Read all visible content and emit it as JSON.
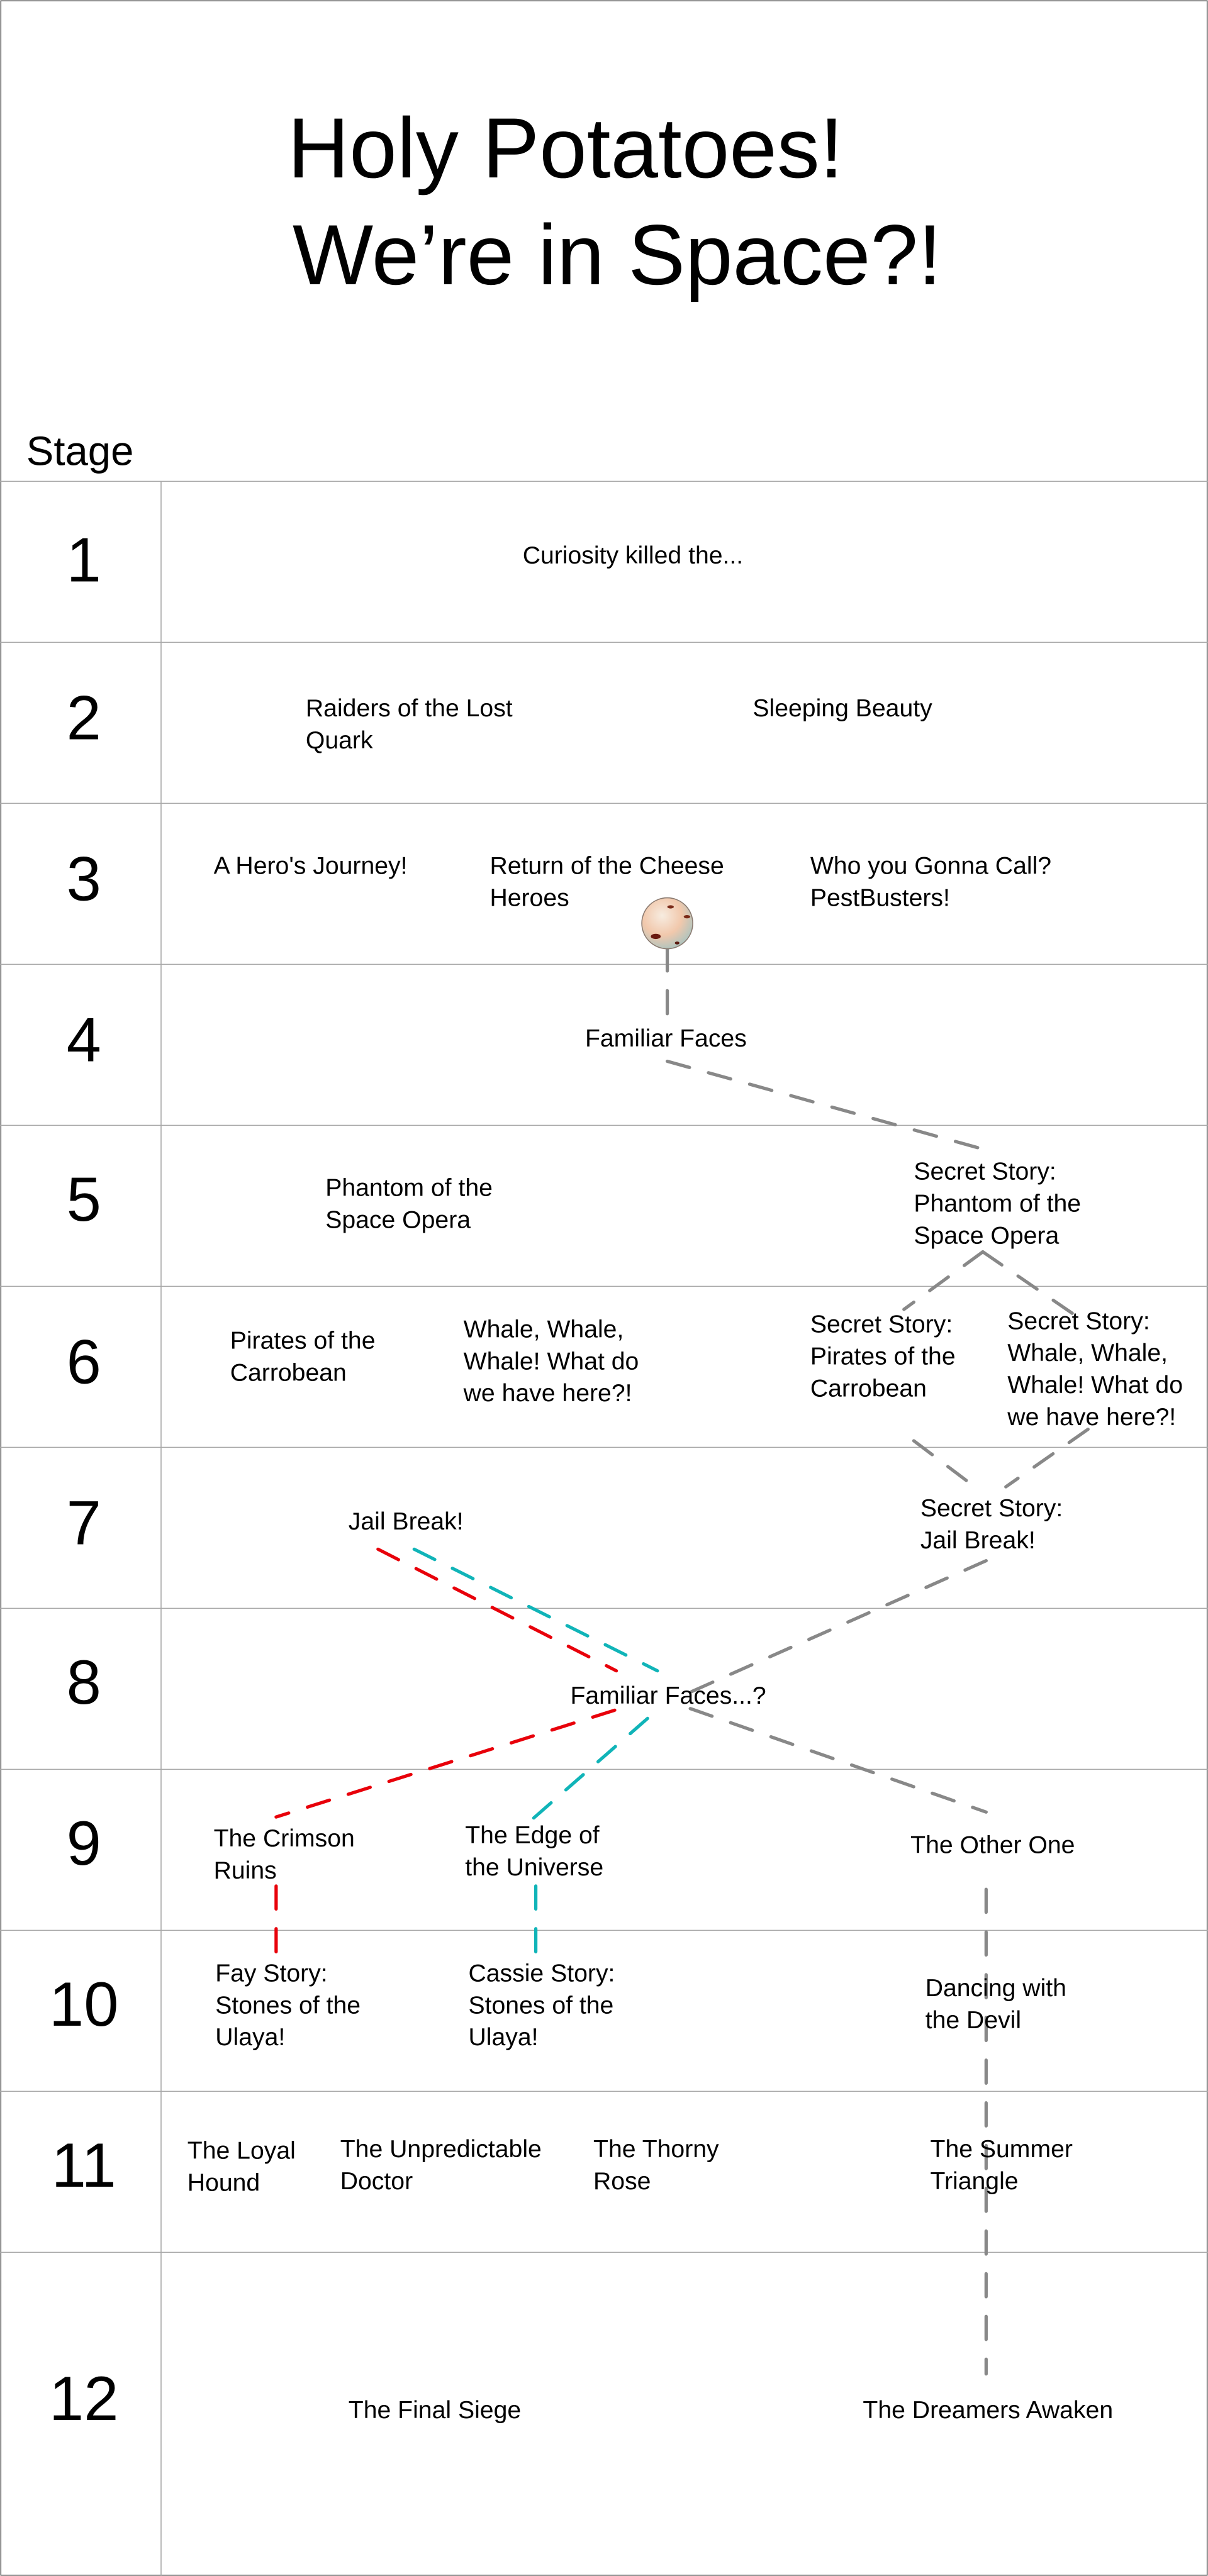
{
  "title": {
    "line1": "Holy Potatoes!",
    "line2": "We’re in Space?!"
  },
  "stage_header": "Stage",
  "colors": {
    "gray_path": "#888888",
    "red_path": "#e8000a",
    "cyan_path": "#10b4b8",
    "grid": "#a8a8a8"
  },
  "stages": [
    {
      "number": "1",
      "nodes": [
        {
          "lines": [
            "Curiosity killed the..."
          ]
        }
      ]
    },
    {
      "number": "2",
      "nodes": [
        {
          "lines": [
            "Raiders of the Lost",
            "Quark"
          ]
        },
        {
          "lines": [
            "Sleeping Beauty"
          ]
        }
      ]
    },
    {
      "number": "3",
      "nodes": [
        {
          "lines": [
            "A Hero's Journey!"
          ]
        },
        {
          "lines": [
            "Return of the Cheese",
            "Heroes"
          ]
        },
        {
          "lines": [
            "Who you Gonna Call?",
            "PestBusters!"
          ]
        }
      ]
    },
    {
      "number": "4",
      "nodes": [
        {
          "lines": [
            "Familiar Faces"
          ]
        }
      ]
    },
    {
      "number": "5",
      "nodes": [
        {
          "lines": [
            "Phantom of the",
            "Space Opera"
          ]
        },
        {
          "lines": [
            "Secret Story:",
            "Phantom of the",
            "Space Opera"
          ]
        }
      ]
    },
    {
      "number": "6",
      "nodes": [
        {
          "lines": [
            "Pirates of the",
            "Carrobean"
          ]
        },
        {
          "lines": [
            "Whale, Whale,",
            "Whale! What do",
            "we have here?!"
          ]
        },
        {
          "lines": [
            "Secret Story:",
            "Pirates of the",
            "Carrobean"
          ]
        },
        {
          "lines": [
            "Secret Story:",
            "Whale, Whale,",
            "Whale! What do",
            "we have here?!"
          ]
        }
      ]
    },
    {
      "number": "7",
      "nodes": [
        {
          "lines": [
            "Jail Break!"
          ]
        },
        {
          "lines": [
            "Secret Story:",
            "Jail Break!"
          ]
        }
      ]
    },
    {
      "number": "8",
      "nodes": [
        {
          "lines": [
            "Familiar Faces...?"
          ]
        }
      ]
    },
    {
      "number": "9",
      "nodes": [
        {
          "lines": [
            "The Crimson",
            "Ruins"
          ]
        },
        {
          "lines": [
            "The Edge of",
            "the Universe"
          ]
        },
        {
          "lines": [
            "The Other One"
          ]
        }
      ]
    },
    {
      "number": "10",
      "nodes": [
        {
          "lines": [
            "Fay Story:",
            "Stones of the",
            "Ulaya!"
          ]
        },
        {
          "lines": [
            "Cassie Story:",
            "Stones of the",
            "Ulaya!"
          ]
        },
        {
          "lines": [
            "Dancing with",
            "the Devil"
          ]
        }
      ]
    },
    {
      "number": "11",
      "nodes": [
        {
          "lines": [
            "The Loyal",
            "Hound"
          ]
        },
        {
          "lines": [
            "The Unpredictable",
            "Doctor"
          ]
        },
        {
          "lines": [
            "The Thorny",
            "Rose"
          ]
        },
        {
          "lines": [
            "The Summer",
            "Triangle"
          ]
        }
      ]
    },
    {
      "number": "12",
      "nodes": [
        {
          "lines": [
            "The Final Siege"
          ]
        },
        {
          "lines": [
            "The Dreamers Awaken"
          ]
        }
      ]
    }
  ]
}
